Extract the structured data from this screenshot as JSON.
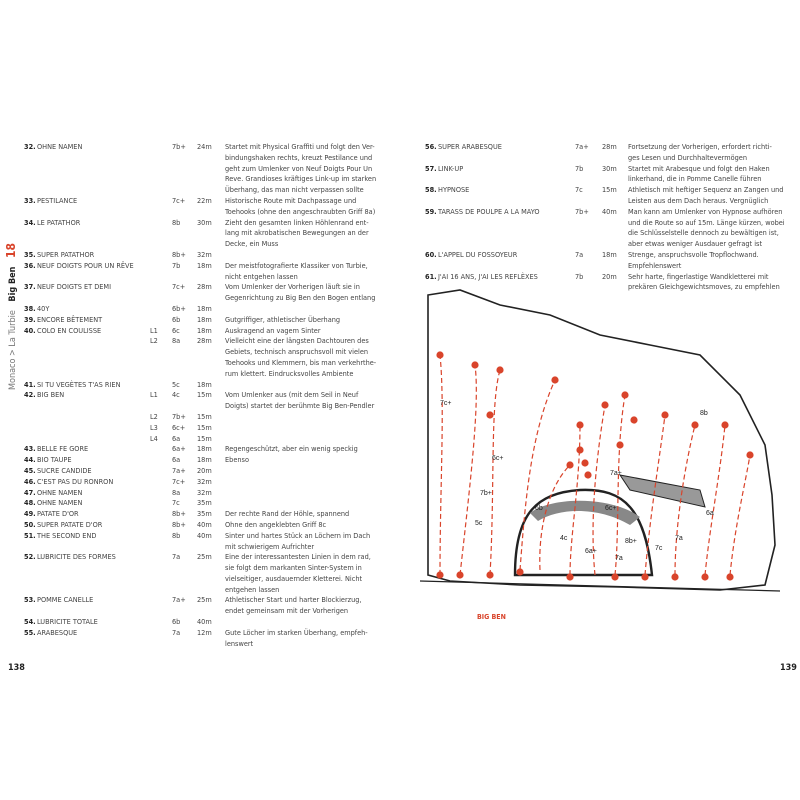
{
  "side": {
    "breadcrumb": "Monaco > La Turbie",
    "sector": "Big Ben",
    "chapter": "18"
  },
  "pages": {
    "left": "138",
    "right": "139"
  },
  "topo": {
    "label": "BIG BEN",
    "grades": [
      "7c+",
      "7b+",
      "6c+",
      "5c",
      "6b",
      "4c",
      "6a+",
      "6c+",
      "8b+",
      "7a+",
      "7a",
      "7a",
      "8b",
      "7c",
      "6a"
    ],
    "accent": "#d9442b"
  },
  "left_routes": [
    {
      "n": "32.",
      "name": "OHNE NAMEN",
      "pitch": "",
      "grade": "7b+",
      "len": "24m",
      "desc": [
        "Startet mit Physical Graffiti und folgt den Ver-",
        "bindungshaken rechts, kreuzt Pestilance und",
        "geht zum Umlenker von Neuf Doigts Pour Un",
        "Reve. Grandioses kräftiges Link-up im starken",
        "Überhang, das man nicht verpassen sollte"
      ]
    },
    {
      "n": "33.",
      "name": "PESTILANCE",
      "pitch": "",
      "grade": "7c+",
      "len": "22m",
      "desc": [
        "Historische Route mit Dachpassage und",
        "Toehooks (ohne den angeschraubten Griff 8a)"
      ]
    },
    {
      "n": "34.",
      "name": "LE PATATHOR",
      "pitch": "",
      "grade": "8b",
      "len": "30m",
      "desc": [
        "Zieht den gesamten linken Höhlenrand ent-",
        "lang mit akrobatischen Bewegungen an der",
        "Decke, ein Muss"
      ]
    },
    {
      "n": "35.",
      "name": "SUPER PATATHOR",
      "pitch": "",
      "grade": "8b+",
      "len": "32m",
      "desc": []
    },
    {
      "n": "36.",
      "name": "NEUF DOIGTS POUR UN RÊVE",
      "pitch": "",
      "grade": "7b",
      "len": "18m",
      "desc": [
        "Der meistfotografierte Klassiker von Turbie,",
        "nicht entgehen lassen"
      ]
    },
    {
      "n": "37.",
      "name": "NEUF DOIGTS ET DEMI",
      "pitch": "",
      "grade": "7c+",
      "len": "28m",
      "desc": [
        "Vom Umlenker der Vorherigen läuft sie in",
        "Gegenrichtung zu Big Ben den Bogen entlang"
      ]
    },
    {
      "n": "38.",
      "name": "40Y",
      "pitch": "",
      "grade": "6b+",
      "len": "18m",
      "desc": []
    },
    {
      "n": "39.",
      "name": "ENCORE BÊTEMENT",
      "pitch": "",
      "grade": "6b",
      "len": "18m",
      "desc": [
        "Gutgriffiger, athletischer Überhang"
      ]
    },
    {
      "n": "40.",
      "name": "COLO EN COULISSE",
      "pitch": "L1",
      "grade": "6c",
      "len": "18m",
      "desc": [
        "Auskragend an vagem Sinter"
      ]
    },
    {
      "n": "",
      "name": "",
      "pitch": "L2",
      "grade": "8a",
      "len": "28m",
      "desc": [
        "Vielleicht eine der längsten Dachtouren des",
        "Gebiets, technisch anspruchsvoll mit vielen",
        "Toehooks und Klemmern, bis man verkehrthe-",
        "rum klettert. Eindrucksvolles Ambiente"
      ]
    },
    {
      "n": "41.",
      "name": "SI TU VEGÈTES T'AS RIEN",
      "pitch": "",
      "grade": "5c",
      "len": "18m",
      "desc": []
    },
    {
      "n": "42.",
      "name": "BIG BEN",
      "pitch": "L1",
      "grade": "4c",
      "len": "15m",
      "desc": [
        "Vom Umlenker aus (mit dem Seil in Neuf",
        "Doigts) startet der berühmte Big Ben-Pendler"
      ]
    },
    {
      "n": "",
      "name": "",
      "pitch": "L2",
      "grade": "7b+",
      "len": "15m",
      "desc": []
    },
    {
      "n": "",
      "name": "",
      "pitch": "L3",
      "grade": "6c+",
      "len": "15m",
      "desc": []
    },
    {
      "n": "",
      "name": "",
      "pitch": "L4",
      "grade": "6a",
      "len": "15m",
      "desc": []
    },
    {
      "n": "43.",
      "name": "BELLE FE GORE",
      "pitch": "",
      "grade": "6a+",
      "len": "18m",
      "desc": [
        "Regengeschützt, aber ein wenig speckig"
      ]
    },
    {
      "n": "44.",
      "name": "BIO TAUPE",
      "pitch": "",
      "grade": "6a",
      "len": "18m",
      "desc": [
        "Ebenso"
      ]
    },
    {
      "n": "45.",
      "name": "SUCRE CANDIDE",
      "pitch": "",
      "grade": "7a+",
      "len": "20m",
      "desc": []
    },
    {
      "n": "46.",
      "name": "C'EST PAS DU RONRON",
      "pitch": "",
      "grade": "7c+",
      "len": "32m",
      "desc": []
    },
    {
      "n": "47.",
      "name": "OHNE NAMEN",
      "pitch": "",
      "grade": "8a",
      "len": "32m",
      "desc": []
    },
    {
      "n": "48.",
      "name": "OHNE NAMEN",
      "pitch": "",
      "grade": "7c",
      "len": "35m",
      "desc": []
    },
    {
      "n": "49.",
      "name": "PATATE D'OR",
      "pitch": "",
      "grade": "8b+",
      "len": "35m",
      "desc": [
        "Der rechte Rand der Höhle, spannend"
      ]
    },
    {
      "n": "50.",
      "name": "SUPER PATATE D'OR",
      "pitch": "",
      "grade": "8b+",
      "len": "40m",
      "desc": [
        "Ohne den angeklebten Griff 8c"
      ]
    },
    {
      "n": "51.",
      "name": "THE SECOND END",
      "pitch": "",
      "grade": "8b",
      "len": "40m",
      "desc": [
        "Sinter und hartes Stück an Löchern im Dach",
        "mit schwierigem Aufrichter"
      ]
    },
    {
      "n": "52.",
      "name": "LUBRICITE DES FORMES",
      "pitch": "",
      "grade": "7a",
      "len": "25m",
      "desc": [
        "Eine der interessantesten Linien in dem rad,",
        "sie folgt dem markanten Sinter-System in",
        "vielseitiger, ausdauernder Kletterei. Nicht",
        "entgehen lassen"
      ]
    },
    {
      "n": "53.",
      "name": "POMME CANELLE",
      "pitch": "",
      "grade": "7a+",
      "len": "25m",
      "desc": [
        "Athletischer Start und harter Blockierzug,",
        "endet gemeinsam mit der Vorherigen"
      ]
    },
    {
      "n": "54.",
      "name": "LUBRICITE TOTALE",
      "pitch": "",
      "grade": "6b",
      "len": "40m",
      "desc": []
    },
    {
      "n": "55.",
      "name": "ARABESQUE",
      "pitch": "",
      "grade": "7a",
      "len": "12m",
      "desc": [
        "Gute Löcher im starken Überhang, empfeh-",
        "lenswert"
      ]
    }
  ],
  "right_routes": [
    {
      "n": "56.",
      "name": "SUPER ARABESQUE",
      "pitch": "",
      "grade": "7a+",
      "len": "28m",
      "desc": [
        "Fortsetzung der Vorherigen, erfordert richti-",
        "ges Lesen und Durchhaltevermögen"
      ]
    },
    {
      "n": "57.",
      "name": "LINK-UP",
      "pitch": "",
      "grade": "7b",
      "len": "30m",
      "desc": [
        "Startet mit Arabesque und folgt den Haken",
        "linkerhand, die in Pomme Canelle führen"
      ]
    },
    {
      "n": "58.",
      "name": "HYPNOSE",
      "pitch": "",
      "grade": "7c",
      "len": "15m",
      "desc": [
        "Athletisch mit heftiger Sequenz an Zangen und",
        "Leisten aus dem Dach heraus. Vergnüglich"
      ]
    },
    {
      "n": "59.",
      "name": "TARASS DE POULPE A LA MAYO",
      "pitch": "",
      "grade": "7b+",
      "len": "40m",
      "desc": [
        "Man kann am Umlenker von Hypnose aufhören",
        "und die Route so auf 15m. Länge kürzen, wobei",
        "die Schlüsselstelle dennoch zu bewältigen ist,",
        "aber etwas weniger Ausdauer gefragt ist"
      ]
    },
    {
      "n": "60.",
      "name": "L'APPEL DU FOSSOYEUR",
      "pitch": "",
      "grade": "7a",
      "len": "18m",
      "desc": [
        "Strenge, anspruchsvolle Tropflochwand.",
        "Empfehlenswert"
      ]
    },
    {
      "n": "61.",
      "name": "J'AI 16 ANS, J'AI LES REFLÈXES",
      "pitch": "",
      "grade": "7b",
      "len": "20m",
      "desc": [
        "Sehr harte, fingerlastige Wandkletterei mit",
        "prekären Gleichgewichtsmoves, zu empfehlen"
      ]
    }
  ]
}
